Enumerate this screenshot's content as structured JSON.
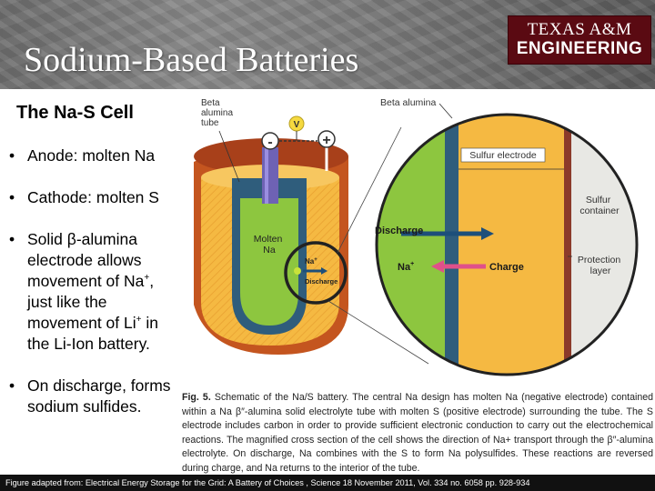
{
  "slide": {
    "title": "Sodium-Based Batteries",
    "subtitle": "The Na-S Cell"
  },
  "logo": {
    "top": "TEXAS A&M",
    "bottom": "ENGINEERING"
  },
  "bullets": [
    {
      "text": "Anode: molten Na"
    },
    {
      "text": "Cathode: molten S"
    },
    {
      "text_a": "Solid β-alumina electrode allows movement of Na",
      "sup_a": "+",
      "text_b": ", just like the movement of Li",
      "sup_b": "+",
      "text_c": " in the Li-Ion battery."
    },
    {
      "text": "On discharge, forms sodium sulfides."
    }
  ],
  "figure": {
    "labels": {
      "beta_alumina_tube": [
        "Beta",
        "alumina",
        "tube"
      ],
      "voltmeter": "V",
      "minus": "-",
      "plus": "+",
      "molten_na": [
        "Molten",
        "Na"
      ],
      "small_na_ion": "Na",
      "small_na_sup": "+",
      "small_discharge": "Discharge",
      "beta_alumina": "Beta alumina",
      "sulfur_electrode": "Sulfur electrode",
      "sulfur_container": [
        "Sulfur",
        "container"
      ],
      "discharge": "Discharge",
      "na_ion": "Na",
      "na_sup": "+",
      "charge": "Charge",
      "protection_layer": [
        "Protection",
        "layer"
      ]
    },
    "colors": {
      "sodium": "#8dc63f",
      "sulfur": "#f5b942",
      "beta_alumina": "#2f5d7c",
      "container": "#e8e8e4",
      "protection": "#8b3a2a",
      "outer_case": "#c4551f",
      "discharge_arrow": "#1d4f7a",
      "charge_arrow": "#e0508a"
    }
  },
  "caption": {
    "label": "Fig. 5.",
    "text": "Schematic of the Na/S battery. The central Na design has molten Na (negative electrode) contained within a Na β″-alumina solid electrolyte tube with molten S (positive electrode) surrounding the tube. The S electrode includes carbon in order to provide sufficient electronic conduction to carry out the electrochemical reactions. The magnified cross section of the cell shows the direction of Na+ transport through the β″-alumina electrolyte. On discharge, Na combines with the S to form Na polysulfides. These reactions are reversed during charge, and Na returns to the interior of the tube."
  },
  "footer": {
    "text": "Figure adapted from: Electrical Energy Storage for the Grid: A Battery of Choices , Science 18 November 2011, Vol. 334 no. 6058 pp. 928-934"
  }
}
